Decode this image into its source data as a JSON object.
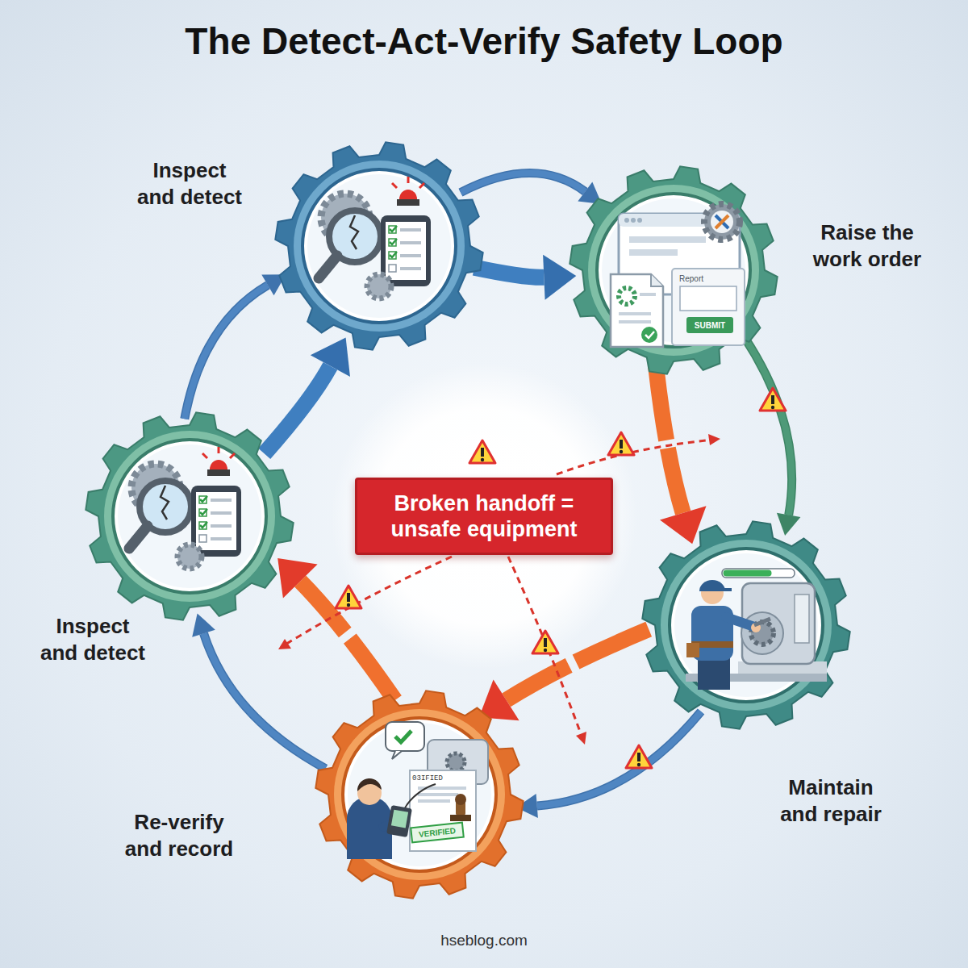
{
  "diagram": {
    "title": "The Detect-Act-Verify Safety Loop",
    "nodes": [
      {
        "text": [
          "Inspect and detect"
        ]
      },
      {
        "text": [
          "Raise the work order"
        ]
      },
      {
        "text": [
          "Maintain and repair"
        ]
      },
      {
        "text": [
          "Re-verify and record"
        ]
      },
      {
        "text": [
          "Inspect and detect"
        ]
      },
      {
        "text": [
          "Broken handoff = unsafe equipment"
        ]
      }
    ],
    "edges": [
      {
        "from": 0,
        "to": 1,
        "arrow": "to"
      },
      {
        "from": 0,
        "to": 1,
        "arrow": "to"
      },
      {
        "from": 1,
        "to": 2,
        "arrow": "to"
      },
      {
        "from": 1,
        "to": 2,
        "arrow": "to"
      },
      {
        "from": 2,
        "to": 3,
        "arrow": "to"
      },
      {
        "from": 2,
        "to": 3,
        "arrow": "to"
      },
      {
        "from": 3,
        "to": 4,
        "arrow": "to"
      },
      {
        "from": 3,
        "to": 4,
        "arrow": "to"
      },
      {
        "from": 4,
        "to": 0,
        "arrow": "to"
      },
      {
        "from": 4,
        "to": 0,
        "arrow": "to"
      }
    ],
    "labels": [
      "Report",
      "SUBMIT",
      "03IFIED",
      "VERIFIED",
      "hseblog.com"
    ]
  }
}
